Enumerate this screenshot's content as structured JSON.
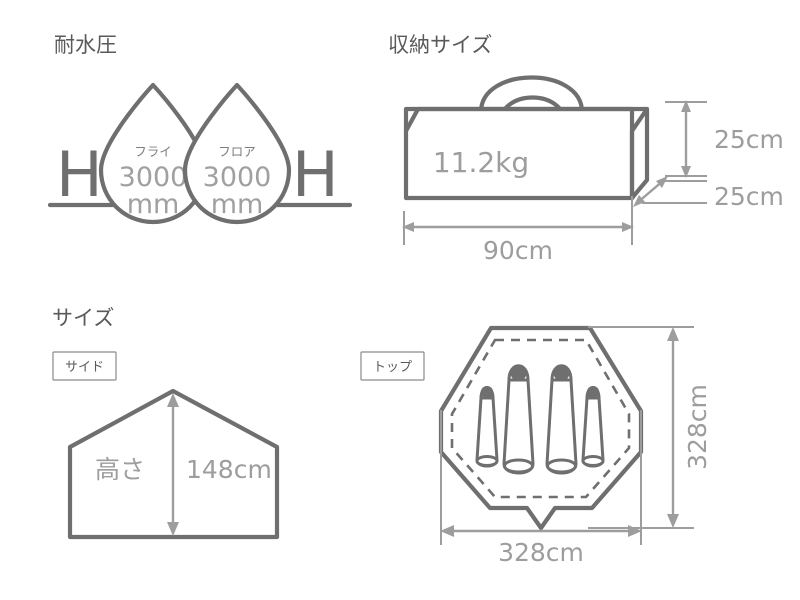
{
  "sections": {
    "water_pressure": {
      "title": "耐水圧",
      "left_letter": "H",
      "right_letter": "H",
      "drops": [
        {
          "label": "フライ",
          "value": "3000",
          "unit": "mm"
        },
        {
          "label": "フロア",
          "value": "3000",
          "unit": "mm"
        }
      ]
    },
    "storage_size": {
      "title": "収納サイズ",
      "weight": "11.2kg",
      "height_dim": "25cm",
      "depth_dim": "25cm",
      "width_dim": "90cm"
    },
    "size": {
      "title": "サイズ",
      "side_view": {
        "badge": "サイド",
        "height_label": "高さ",
        "height_value": "148cm"
      },
      "top_view": {
        "badge": "トップ",
        "vertical_dim": "328cm",
        "horizontal_dim": "328cm",
        "sleeping_bags": 4
      }
    }
  },
  "colors": {
    "outline": "#6f6f6f",
    "dimension": "#9d9d9d",
    "title": "#5a5a5a",
    "background": "#ffffff"
  }
}
